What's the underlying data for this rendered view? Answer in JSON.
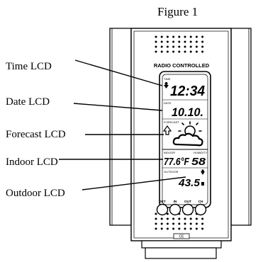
{
  "figure_title": "Figure 1",
  "device": {
    "brand_strip": "RADIO CONTROLLED",
    "time_caption": "TIME",
    "date_caption": "DATE",
    "forecast_caption": "FORECAST",
    "indoor_caption": "INDOOR",
    "humidity_caption": "HUMIDITY",
    "outdoor_caption": "OUTDOOR",
    "time_value": "12:34",
    "date_value": "10.10.",
    "indoor_temp": "77.6°F",
    "indoor_humidity": "58",
    "outdoor_temp": "43.5",
    "buttons": [
      {
        "label": "SET"
      },
      {
        "label": "IN"
      },
      {
        "label": "OUT"
      },
      {
        "label": "CH"
      }
    ],
    "badge": "CE"
  },
  "callouts": [
    {
      "label": "Time LCD"
    },
    {
      "label": "Date LCD"
    },
    {
      "label": "Forecast LCD"
    },
    {
      "label": "Indoor LCD"
    },
    {
      "label": "Outdoor LCD"
    }
  ]
}
